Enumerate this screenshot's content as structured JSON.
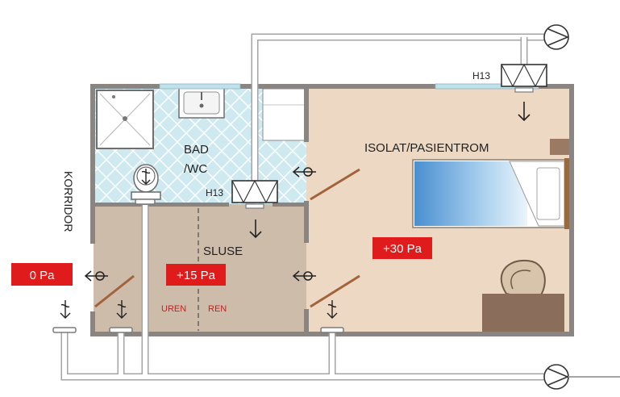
{
  "rooms": {
    "bath_line1": "BAD",
    "bath_line2": "/WC",
    "isolation": "ISOLAT/PASIENTROM",
    "sluice": "SLUSE",
    "corridor": "KORRIDOR"
  },
  "sluice_zones": {
    "unclean": "UREN",
    "clean": "REN"
  },
  "filters": {
    "bath_filter": "H13",
    "room_filter": "H13"
  },
  "pressures": {
    "corridor": "0 Pa",
    "sluice": "+15 Pa",
    "room": "+30 Pa"
  },
  "colors": {
    "badge_red": "#e01b1b",
    "room_beige": "#ecd8c3",
    "sluice_taupe": "#cdbcaa",
    "tile_blue": "#cfe9f0",
    "wall_gray": "#8a8581",
    "duct_gray": "#a4a4a4"
  }
}
